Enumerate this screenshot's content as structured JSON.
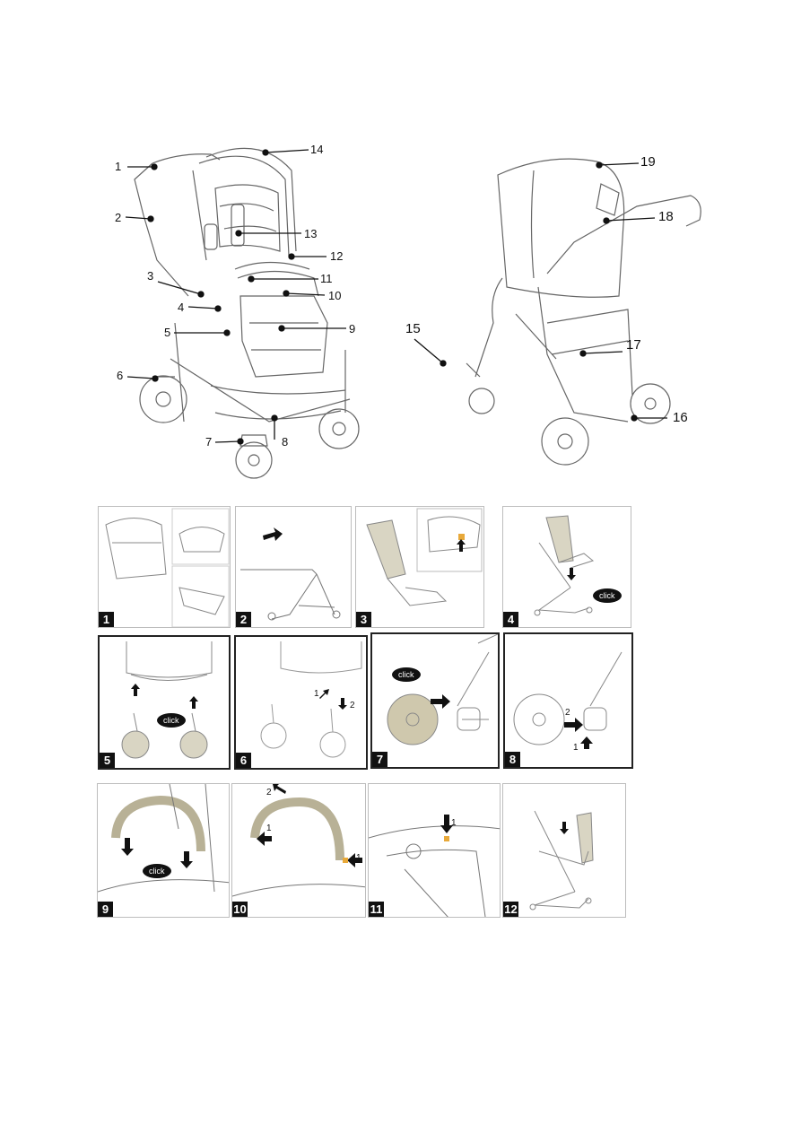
{
  "callouts_front": [
    "1",
    "2",
    "3",
    "4",
    "5",
    "6",
    "7",
    "8",
    "9",
    "10",
    "11",
    "12",
    "13",
    "14"
  ],
  "callouts_rear": [
    "15",
    "16",
    "17",
    "18",
    "19"
  ],
  "steps": [
    "1",
    "2",
    "3",
    "4",
    "5",
    "6",
    "7",
    "8",
    "9",
    "10",
    "11",
    "12"
  ],
  "click_label": "click",
  "arrow_numbers": {
    "one": "1",
    "two": "2"
  },
  "colors": {
    "line": "#555555",
    "fabric": "#c9c3aa",
    "badge": "#111111",
    "accent": "#e8a93a"
  }
}
